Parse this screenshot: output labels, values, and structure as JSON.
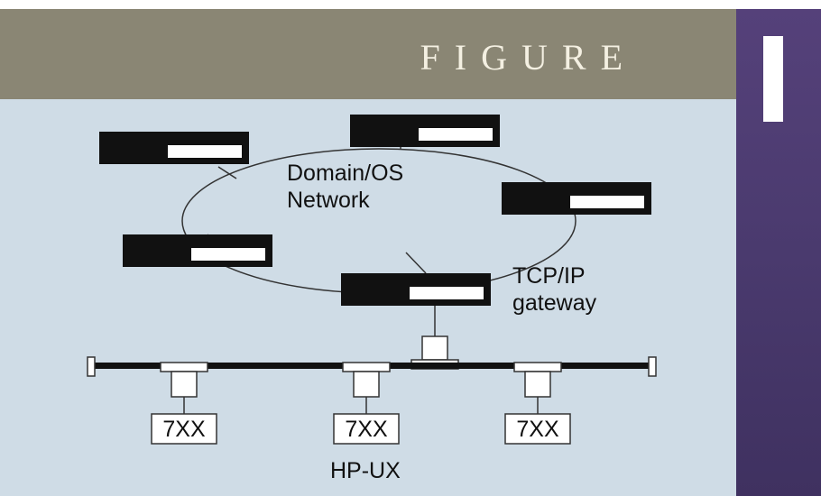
{
  "header": {
    "figure_word": "FIGURE",
    "figure_number": "1"
  },
  "diagram": {
    "network_label_line1": "Domain/OS",
    "network_label_line2": "Network",
    "gateway_label_line1": "TCP/IP",
    "gateway_label_line2": "gateway",
    "stations": [
      "7XX",
      "7XX",
      "7XX"
    ],
    "segment_label": "HP-UX"
  },
  "colors": {
    "header_band": "#8a8674",
    "side_band": "#4a3a6e",
    "panel": "#cfdce6",
    "node": "#111111"
  }
}
